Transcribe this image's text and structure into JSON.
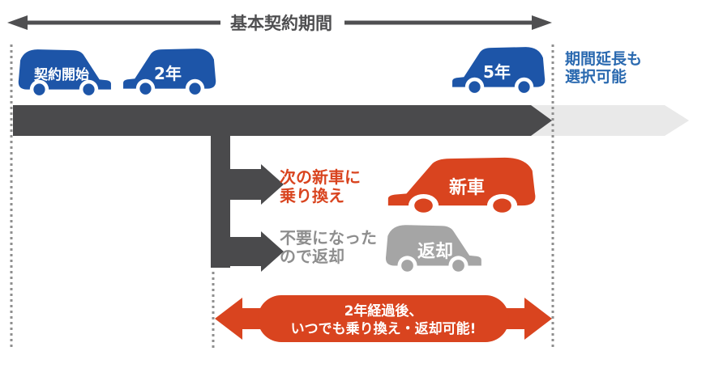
{
  "title": {
    "label": "基本契約期間"
  },
  "colors": {
    "blue": "#1d55a8",
    "blue_text": "#2b6ab0",
    "dark": "#4a4a4c",
    "arrow_gray": "#4f4f51",
    "light_gray": "#e9e9e9",
    "gray_car": "#a5a5a5",
    "gray_text": "#8e8e8e",
    "orange": "#d9441f",
    "dot_gray": "#8f8f8f",
    "white": "#ffffff"
  },
  "timeline": {
    "cars": [
      {
        "label": "契約開始"
      },
      {
        "label": "2年"
      },
      {
        "label": "5年"
      }
    ],
    "extension_note": {
      "line1": "期間延長も",
      "line2": "選択可能"
    }
  },
  "branches": [
    {
      "line1": "次の新車に",
      "line2": "乗り換え",
      "car_label": "新車"
    },
    {
      "line1": "不要になった",
      "line2": "ので返却",
      "car_label": "返却"
    }
  ],
  "bottom_arrow": {
    "line1": "2年経過後、",
    "line2": "いつでも乗り換え・返却可能!"
  }
}
